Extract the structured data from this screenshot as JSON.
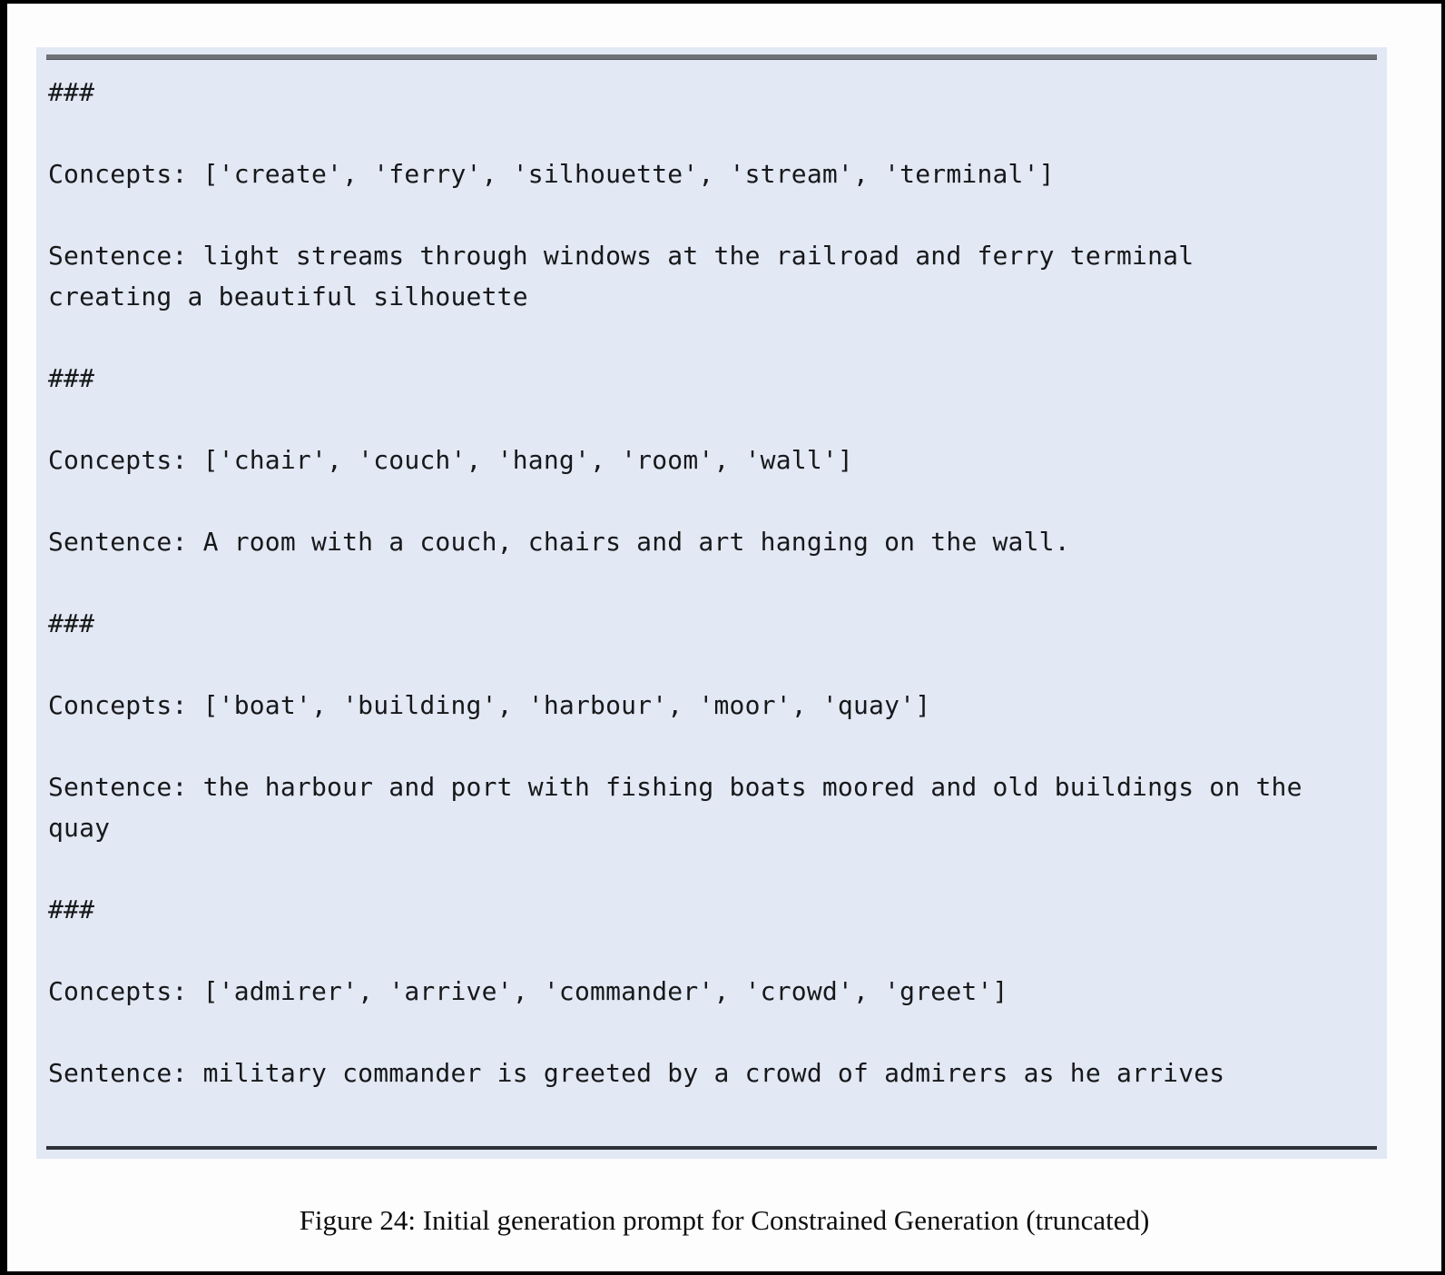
{
  "figure": {
    "caption": "Figure 24: Initial generation prompt for Constrained Generation (truncated)",
    "colors": {
      "box_background": "#e2e8f4",
      "top_rule": "#6e7276",
      "bottom_rule": "#2e3236",
      "text": "#17181a"
    },
    "prompt": {
      "separator": "###",
      "concepts_label": "Concepts:",
      "examples": [
        {
          "concepts": [
            "create",
            "ferry",
            "silhouette",
            "stream",
            "terminal"
          ],
          "sentence_lines": [
            "Sentence: light streams through windows at the railroad and ferry terminal",
            "creating a beautiful silhouette"
          ]
        },
        {
          "concepts": [
            "chair",
            "couch",
            "hang",
            "room",
            "wall"
          ],
          "sentence_lines": [
            "Sentence: A room with a couch, chairs and art hanging on the wall."
          ]
        },
        {
          "concepts": [
            "boat",
            "building",
            "harbour",
            "moor",
            "quay"
          ],
          "sentence_lines": [
            "Sentence: the harbour and port with fishing boats moored and old buildings on the",
            "quay"
          ]
        },
        {
          "concepts": [
            "admirer",
            "arrive",
            "commander",
            "crowd",
            "greet"
          ],
          "sentence_lines": [
            "Sentence: military commander is greeted by a crowd of admirers as he arrives"
          ]
        }
      ]
    }
  }
}
